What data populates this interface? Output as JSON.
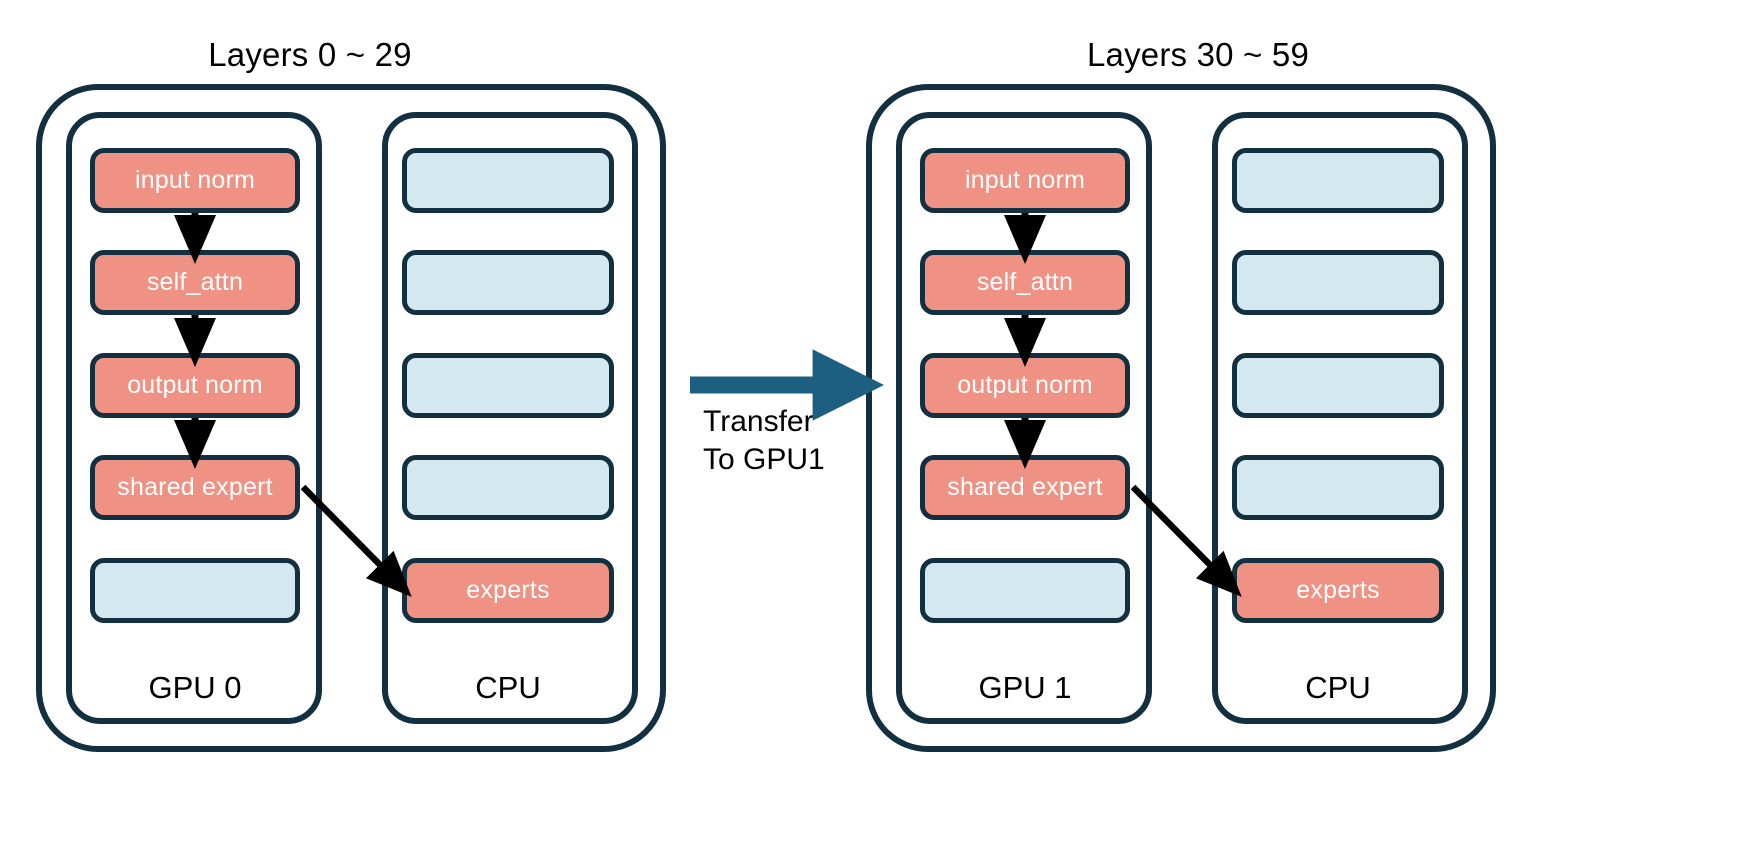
{
  "diagram": {
    "background": "#ffffff",
    "colors": {
      "outline": "#12303f",
      "module_active": "#ef9183",
      "module_idle": "#d4e8ef",
      "transfer_arrow": "#1c5f80",
      "flow_arrow": "#000000",
      "text_on_module": "#ffffff",
      "text_label": "#000000"
    },
    "panels": [
      {
        "id": "panel-left",
        "title": "Layers 0 ~ 29",
        "columns": [
          {
            "id": "gpu-0",
            "label": "GPU 0",
            "blocks": [
              {
                "label": "input norm",
                "state": "active"
              },
              {
                "label": "self_attn",
                "state": "active"
              },
              {
                "label": "output norm",
                "state": "active"
              },
              {
                "label": "shared expert",
                "state": "active"
              },
              {
                "label": "",
                "state": "idle"
              }
            ]
          },
          {
            "id": "cpu-0",
            "label": "CPU",
            "blocks": [
              {
                "label": "",
                "state": "idle"
              },
              {
                "label": "",
                "state": "idle"
              },
              {
                "label": "",
                "state": "idle"
              },
              {
                "label": "",
                "state": "idle"
              },
              {
                "label": "experts",
                "state": "active"
              }
            ]
          }
        ]
      },
      {
        "id": "panel-right",
        "title": "Layers 30 ~ 59",
        "columns": [
          {
            "id": "gpu-1",
            "label": "GPU 1",
            "blocks": [
              {
                "label": "input norm",
                "state": "active"
              },
              {
                "label": "self_attn",
                "state": "active"
              },
              {
                "label": "output norm",
                "state": "active"
              },
              {
                "label": "shared expert",
                "state": "active"
              },
              {
                "label": "",
                "state": "idle"
              }
            ]
          },
          {
            "id": "cpu-1",
            "label": "CPU",
            "blocks": [
              {
                "label": "",
                "state": "idle"
              },
              {
                "label": "",
                "state": "idle"
              },
              {
                "label": "",
                "state": "idle"
              },
              {
                "label": "",
                "state": "idle"
              },
              {
                "label": "experts",
                "state": "active"
              }
            ]
          }
        ]
      }
    ],
    "transfer": {
      "label": "Transfer\nTo GPU1",
      "line1": "Transfer",
      "line2": "To GPU1"
    }
  }
}
